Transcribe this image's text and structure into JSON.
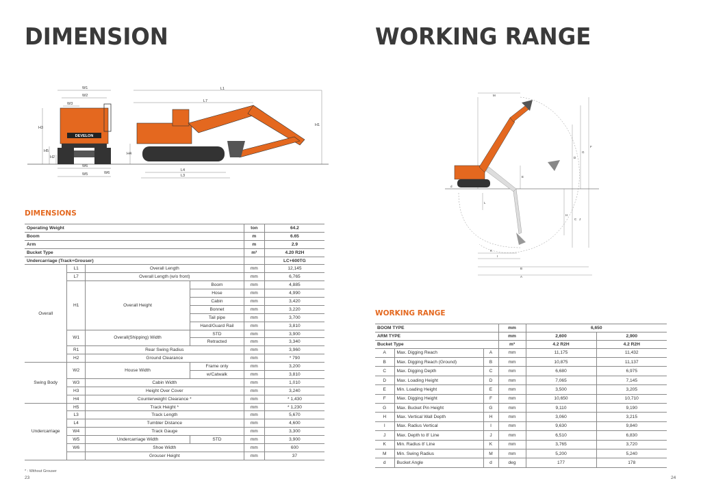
{
  "left": {
    "title": "DIMENSION",
    "section_title": "DIMENSIONS",
    "drawing": {
      "brand": "DEVELON",
      "labels": [
        "W1",
        "W2",
        "W3",
        "H3",
        "H5",
        "H2",
        "W6",
        "W5",
        "W6",
        "L1",
        "L7",
        "H1",
        "H4",
        "L4",
        "L3"
      ]
    },
    "header_rows": [
      {
        "label": "Operating Weight",
        "unit": "ton",
        "value": "64.2"
      },
      {
        "label": "Boom",
        "unit": "m",
        "value": "6.65"
      },
      {
        "label": "Arm",
        "unit": "m",
        "value": "2.9"
      },
      {
        "label": "Bucket Type",
        "unit": "m³",
        "value": "4.20 R2H"
      },
      {
        "label": "Undercarriage (Track+Grouser)",
        "unit": "",
        "value": "LC+600TG"
      }
    ],
    "groups": {
      "overall": "Overall",
      "swing_body": "Swing Body",
      "undercarriage": "Undercarriage"
    },
    "rows": {
      "L1": {
        "code": "L1",
        "desc": "Overall Length",
        "unit": "mm",
        "value": "12,145"
      },
      "L7": {
        "code": "L7",
        "desc": "Overall Length (w/o front)",
        "unit": "mm",
        "value": "6,765"
      },
      "H1": {
        "code": "H1",
        "desc": "Overall Height",
        "subs": [
          {
            "sub": "Boom",
            "unit": "mm",
            "value": "4,885"
          },
          {
            "sub": "Hose",
            "unit": "mm",
            "value": "4,990"
          },
          {
            "sub": "Cabin",
            "unit": "mm",
            "value": "3,420"
          },
          {
            "sub": "Bonnet",
            "unit": "mm",
            "value": "3,220"
          },
          {
            "sub": "Tail pipe",
            "unit": "mm",
            "value": "3,700"
          },
          {
            "sub": "Hand/Guard Rail",
            "unit": "mm",
            "value": "3,810"
          }
        ]
      },
      "W1": {
        "code": "W1",
        "desc": "Overall(Shipping) Width",
        "subs": [
          {
            "sub": "STD",
            "unit": "mm",
            "value": "3,900"
          },
          {
            "sub": "Retracted",
            "unit": "mm",
            "value": "3,340"
          }
        ]
      },
      "R1": {
        "code": "R1",
        "desc": "Rear Swing Radius",
        "unit": "mm",
        "value": "3,960"
      },
      "H2": {
        "code": "H2",
        "desc": "Ground Clearance",
        "unit": "mm",
        "value": "* 790"
      },
      "W2": {
        "code": "W2",
        "desc": "House Width",
        "subs": [
          {
            "sub": "Frame only",
            "unit": "mm",
            "value": "3,200"
          },
          {
            "sub": "w/Catwalk",
            "unit": "mm",
            "value": "3,810"
          }
        ]
      },
      "W3": {
        "code": "W3",
        "desc": "Cabin Width",
        "unit": "mm",
        "value": "1,010"
      },
      "H3": {
        "code": "H3",
        "desc": "Height Over Cover",
        "unit": "mm",
        "value": "3,240"
      },
      "H4": {
        "code": "H4",
        "desc": "Counterweight Clearance *",
        "unit": "mm",
        "value": "* 1,430"
      },
      "H5": {
        "code": "H5",
        "desc": "Track Height *",
        "unit": "mm",
        "value": "* 1,230"
      },
      "L3": {
        "code": "L3",
        "desc": "Track Length",
        "unit": "mm",
        "value": "5,670"
      },
      "L4": {
        "code": "L4",
        "desc": "Tumbler Distance",
        "unit": "mm",
        "value": "4,600"
      },
      "W4": {
        "code": "W4",
        "desc": "Track Gauge",
        "unit": "mm",
        "value": "3,300"
      },
      "W5": {
        "code": "W5",
        "desc": "Undercarriage Width",
        "sub": "STD",
        "unit": "mm",
        "value": "3,900"
      },
      "W6": {
        "code": "W6",
        "desc": "Shoe Width",
        "unit": "mm",
        "value": "600"
      },
      "GH": {
        "desc": "Grouser Height",
        "unit": "mm",
        "value": "37"
      }
    },
    "footnote": "* : Without Grouser",
    "page": "23"
  },
  "right": {
    "title": "WORKING RANGE",
    "section_title": "WORKING RANGE",
    "drawing": {
      "labels": [
        "M",
        "A",
        "B",
        "C",
        "D",
        "E",
        "F",
        "G",
        "H",
        "I",
        "J",
        "K",
        "L",
        "d"
      ]
    },
    "head": [
      {
        "label": "BOOM TYPE",
        "unit": "mm",
        "values": [
          "6,650"
        ]
      },
      {
        "label": "ARM TYPE",
        "unit": "mm",
        "values": [
          "2,600",
          "2,900"
        ]
      },
      {
        "label": "Bucket Type",
        "unit": "m³",
        "values": [
          "4.2 R2H",
          "4.2 R2H"
        ]
      }
    ],
    "rows": [
      {
        "code": "A",
        "desc": "Max. Digging Reach",
        "code2": "A",
        "unit": "mm",
        "v1": "11,175",
        "v2": "11,432"
      },
      {
        "code": "B",
        "desc": "Max. Digging Reach (Ground)",
        "code2": "B",
        "unit": "mm",
        "v1": "10,875",
        "v2": "11,137"
      },
      {
        "code": "C",
        "desc": "Max. Digging Depth",
        "code2": "C",
        "unit": "mm",
        "v1": "6,680",
        "v2": "6,975"
      },
      {
        "code": "D",
        "desc": "Max. Loading Height",
        "code2": "D",
        "unit": "mm",
        "v1": "7,065",
        "v2": "7,145"
      },
      {
        "code": "E",
        "desc": "Min. Loading Height",
        "code2": "E",
        "unit": "mm",
        "v1": "3,500",
        "v2": "3,205"
      },
      {
        "code": "F",
        "desc": "Max. Digging Height",
        "code2": "F",
        "unit": "mm",
        "v1": "10,650",
        "v2": "10,710"
      },
      {
        "code": "G",
        "desc": "Max. Bucket Pin Height",
        "code2": "G",
        "unit": "mm",
        "v1": "9,110",
        "v2": "9,190"
      },
      {
        "code": "H",
        "desc": "Max. Vertical Wall Depth",
        "code2": "H",
        "unit": "mm",
        "v1": "3,060",
        "v2": "3,215"
      },
      {
        "code": "I",
        "desc": "Max. Radius Vertical",
        "code2": "I",
        "unit": "mm",
        "v1": "9,630",
        "v2": "9,840"
      },
      {
        "code": "J",
        "desc": "Max. Depth to 8' Line",
        "code2": "J",
        "unit": "mm",
        "v1": "6,510",
        "v2": "6,830"
      },
      {
        "code": "K",
        "desc": "Min. Radius 8' Line",
        "code2": "K",
        "unit": "mm",
        "v1": "3,765",
        "v2": "3,720"
      },
      {
        "code": "M",
        "desc": "Min. Swing Radius",
        "code2": "M",
        "unit": "mm",
        "v1": "5,200",
        "v2": "5,240"
      },
      {
        "code": "d",
        "desc": "Bucket Angle",
        "code2": "d",
        "unit": "deg",
        "v1": "177",
        "v2": "178"
      }
    ],
    "page": "24"
  },
  "colors": {
    "accent": "#e4681f",
    "title": "#3a3a3a"
  }
}
